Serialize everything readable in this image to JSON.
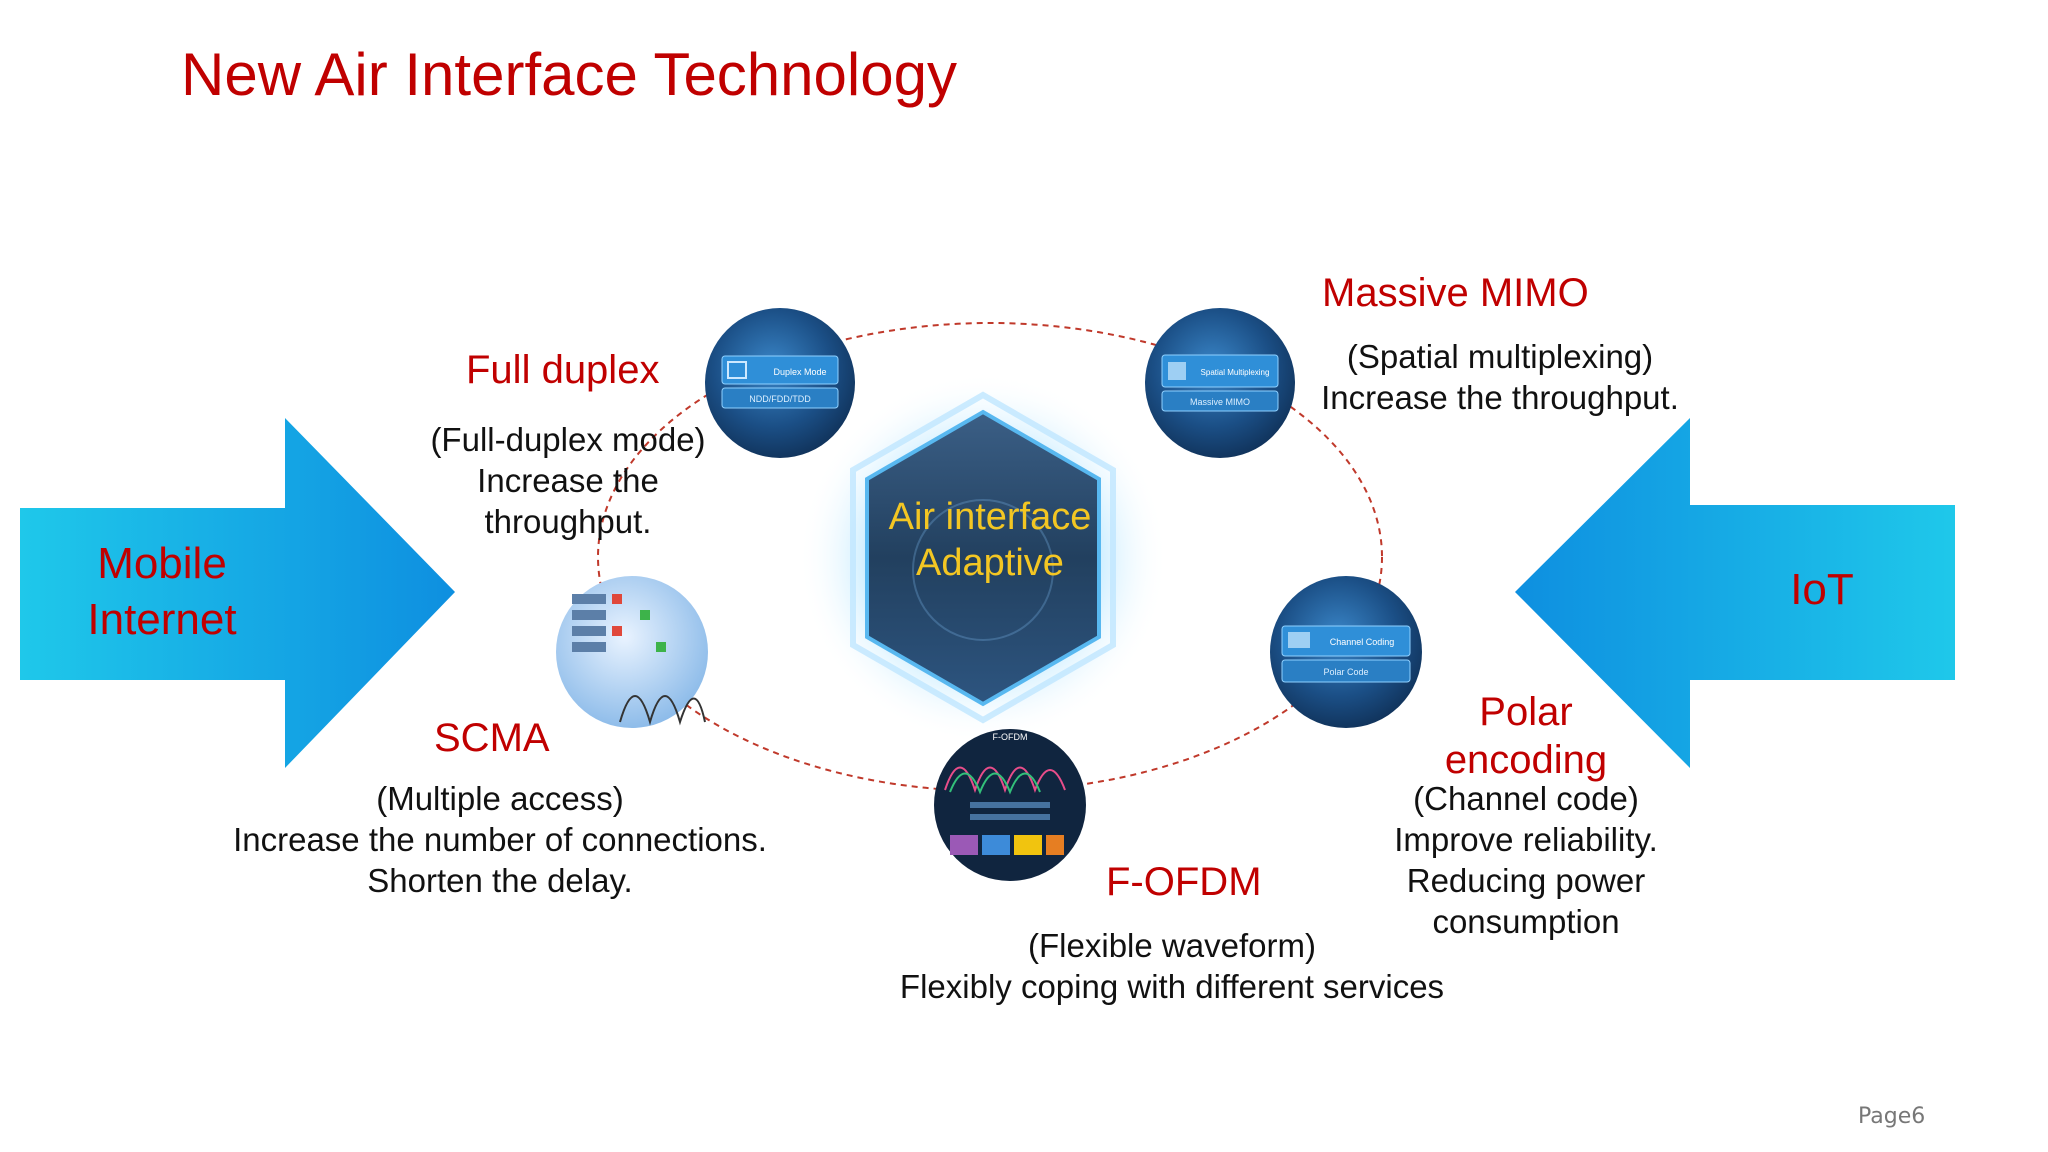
{
  "title": "New Air Interface Technology",
  "center": {
    "line1": "Air interface",
    "line2": "Adaptive"
  },
  "arrows": {
    "left": {
      "line1": "Mobile",
      "line2": "Internet"
    },
    "right": {
      "label": "IoT"
    }
  },
  "technologies": {
    "full_duplex": {
      "title": "Full duplex",
      "lines": [
        "(Full-duplex mode)",
        "Increase the",
        "throughput."
      ],
      "icon_label_1": "Duplex Mode",
      "icon_label_2": "NDD/FDD/TDD"
    },
    "massive_mimo": {
      "title": "Massive MIMO",
      "lines": [
        "(Spatial multiplexing)",
        "Increase the throughput."
      ],
      "icon_label_1": "Spatial Multiplexing",
      "icon_label_2": "Massive MIMO"
    },
    "scma": {
      "title": "SCMA",
      "lines": [
        "(Multiple access)",
        "Increase the number of connections.",
        "Shorten the delay."
      ]
    },
    "polar": {
      "title_line1": "Polar",
      "title_line2": "encoding",
      "lines": [
        "(Channel code)",
        "Improve reliability.",
        "Reducing power",
        "consumption"
      ],
      "icon_label_1": "Channel Coding",
      "icon_label_2": "Polar Code"
    },
    "f_ofdm": {
      "title": "F-OFDM",
      "lines": [
        "(Flexible waveform)",
        "Flexibly coping with different services"
      ],
      "icon_label_1": "F-OFDM"
    }
  },
  "page_label": "Page6",
  "colors": {
    "heading_red": "#c00000",
    "hex_text": "#f3c623",
    "arrow_blue": "#1aa3e8",
    "ellipse_dash": "#c0392b"
  }
}
